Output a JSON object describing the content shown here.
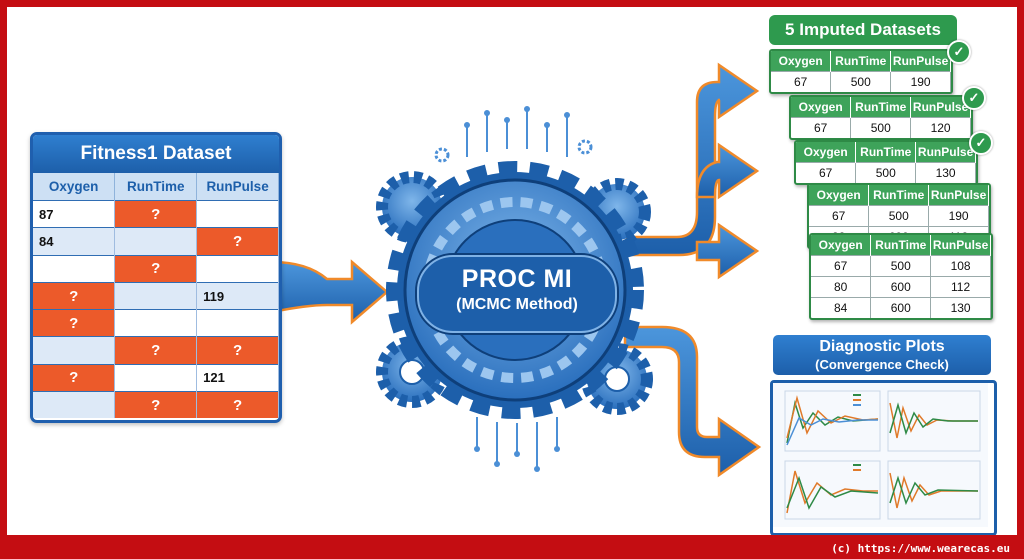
{
  "dataset": {
    "title": "Fitness1 Dataset",
    "columns": [
      "Oxygen",
      "RunTime",
      "RunPulse"
    ],
    "rows": [
      [
        "87",
        "?",
        ""
      ],
      [
        "84",
        "",
        "?"
      ],
      [
        "",
        "?",
        ""
      ],
      [
        "?",
        "",
        "119"
      ],
      [
        "?",
        "",
        ""
      ],
      [
        "",
        "?",
        "?"
      ],
      [
        "?",
        "",
        "121"
      ],
      [
        "",
        "?",
        "?"
      ]
    ]
  },
  "proc": {
    "title": "PROC MI",
    "subtitle": "(MCMC Method)"
  },
  "imputed": {
    "title": "5 Imputed Datasets",
    "columns": [
      "Oxygen",
      "RunTime",
      "RunPulse"
    ],
    "cards": [
      {
        "rows": [
          [
            "67",
            "500",
            "190"
          ]
        ]
      },
      {
        "rows": [
          [
            "67",
            "500",
            "120"
          ]
        ]
      },
      {
        "rows": [
          [
            "67",
            "500",
            "130"
          ]
        ]
      },
      {
        "rows": [
          [
            "67",
            "500",
            "190"
          ],
          [
            "82",
            "600",
            "112"
          ]
        ]
      },
      {
        "rows": [
          [
            "67",
            "500",
            "108"
          ],
          [
            "80",
            "600",
            "112"
          ],
          [
            "84",
            "600",
            "130"
          ]
        ]
      }
    ],
    "check_glyph": "✓"
  },
  "diagnostic": {
    "title": "Diagnostic Plots",
    "subtitle": "(Convergence Check)"
  },
  "footer": "(c) https://www.wearecas.eu",
  "colors": {
    "frame": "#c40d12",
    "blue": "#1d5faa",
    "orange": "#ec5a2a",
    "green": "#2e9a4e"
  }
}
